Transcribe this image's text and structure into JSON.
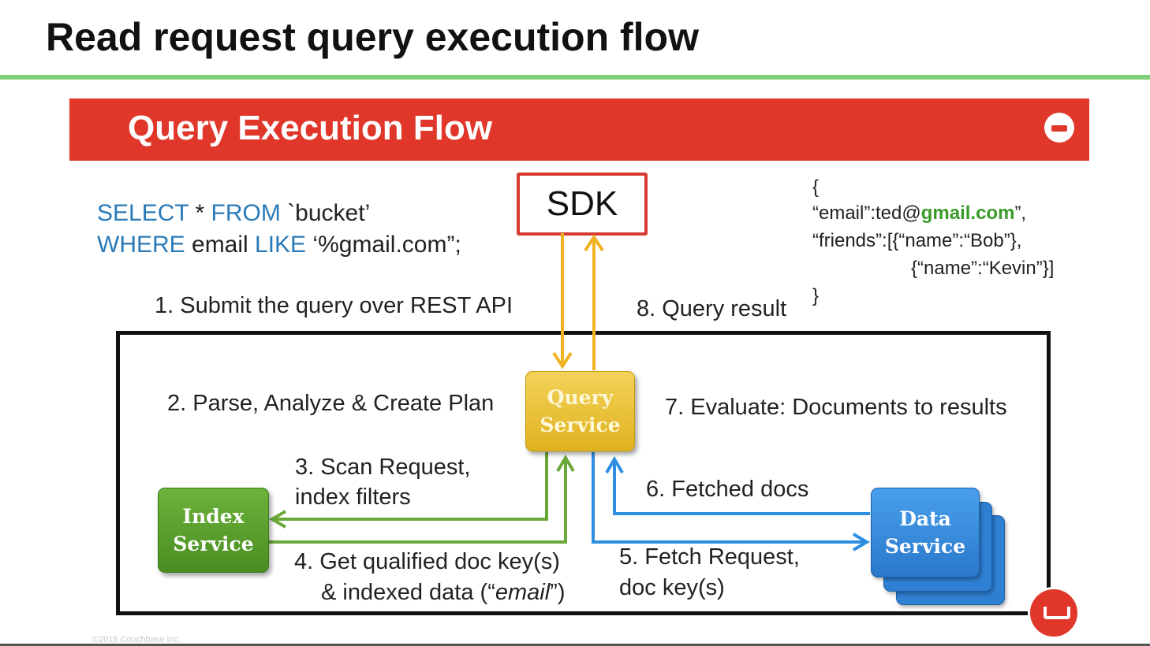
{
  "slide_title": "Read request query execution flow",
  "banner": {
    "title": "Query Execution Flow",
    "logo_icon": "couchbase-logo-icon"
  },
  "sdk": {
    "label": "SDK"
  },
  "query": {
    "line1": {
      "kw1": "SELECT",
      "mid1": " * ",
      "kw2": "FROM",
      "rest": " `bucket’"
    },
    "line2": {
      "kw1": "WHERE",
      "mid1": " email ",
      "kw2": "LIKE",
      "rest": " ‘%gmail.com”;"
    }
  },
  "json_result": {
    "open": "{",
    "email_prefix": "“email”:ted@",
    "email_domain": "gmail.com",
    "email_suffix": "”,",
    "friends_line1": "“friends”:[{“name”:“Bob”},",
    "friends_line2": "{“name”:“Kevin”}]",
    "close": "}"
  },
  "steps": {
    "s1": "1. Submit the query over REST API",
    "s2": "2. Parse, Analyze & Create Plan",
    "s3a": "3. Scan Request,",
    "s3b": "index filters",
    "s4a": "4. Get qualified doc key(s)",
    "s4b_prefix": "& indexed data (“",
    "s4b_italic": "email",
    "s4b_suffix": "”)",
    "s5a": "5. Fetch Request,",
    "s5b": "doc key(s)",
    "s6": "6. Fetched docs",
    "s7": "7. Evaluate: Documents to results",
    "s8": "8. Query result"
  },
  "services": {
    "query": {
      "line1": "Query",
      "line2": "Service"
    },
    "index": {
      "line1": "Index",
      "line2": "Service"
    },
    "data": {
      "line1": "Data",
      "line2": "Service"
    }
  },
  "footer": {
    "copyright": "©2015 Couchbase Inc."
  },
  "colors": {
    "banner": "#e0372a",
    "title_rule": "#7ed17a",
    "sql_keyword": "#2a7ab8",
    "sdk_arrows": "#f0b323",
    "index_arrows": "#6aa83a",
    "data_arrows": "#2f8ee0",
    "query_service": "#e8c031",
    "index_service": "#5a9e2c",
    "data_service": "#2f7fd3"
  }
}
